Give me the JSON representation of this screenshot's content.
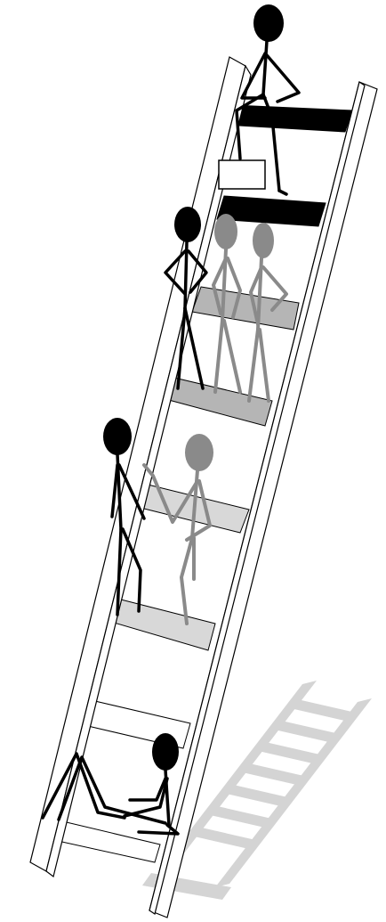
{
  "illustration": {
    "subject": "ladder-with-stick-figures",
    "figures": [
      {
        "id": "top-climber",
        "tone": "black"
      },
      {
        "id": "middle-black-figure",
        "tone": "black"
      },
      {
        "id": "middle-grey-figure-left",
        "tone": "grey"
      },
      {
        "id": "middle-grey-figure-right",
        "tone": "grey"
      },
      {
        "id": "lower-black-figure",
        "tone": "black"
      },
      {
        "id": "lower-grey-figure",
        "tone": "grey"
      },
      {
        "id": "bottom-sitting-figure",
        "tone": "black"
      }
    ],
    "colors": {
      "background": "#ffffff",
      "black": "#000000",
      "grey_figure": "#8a8a8a",
      "shadow": "#d4d4d4",
      "rung_grey": "#b5b5b5",
      "rung_light": "#d8d8d8"
    },
    "icons": [
      "box-icon"
    ]
  }
}
